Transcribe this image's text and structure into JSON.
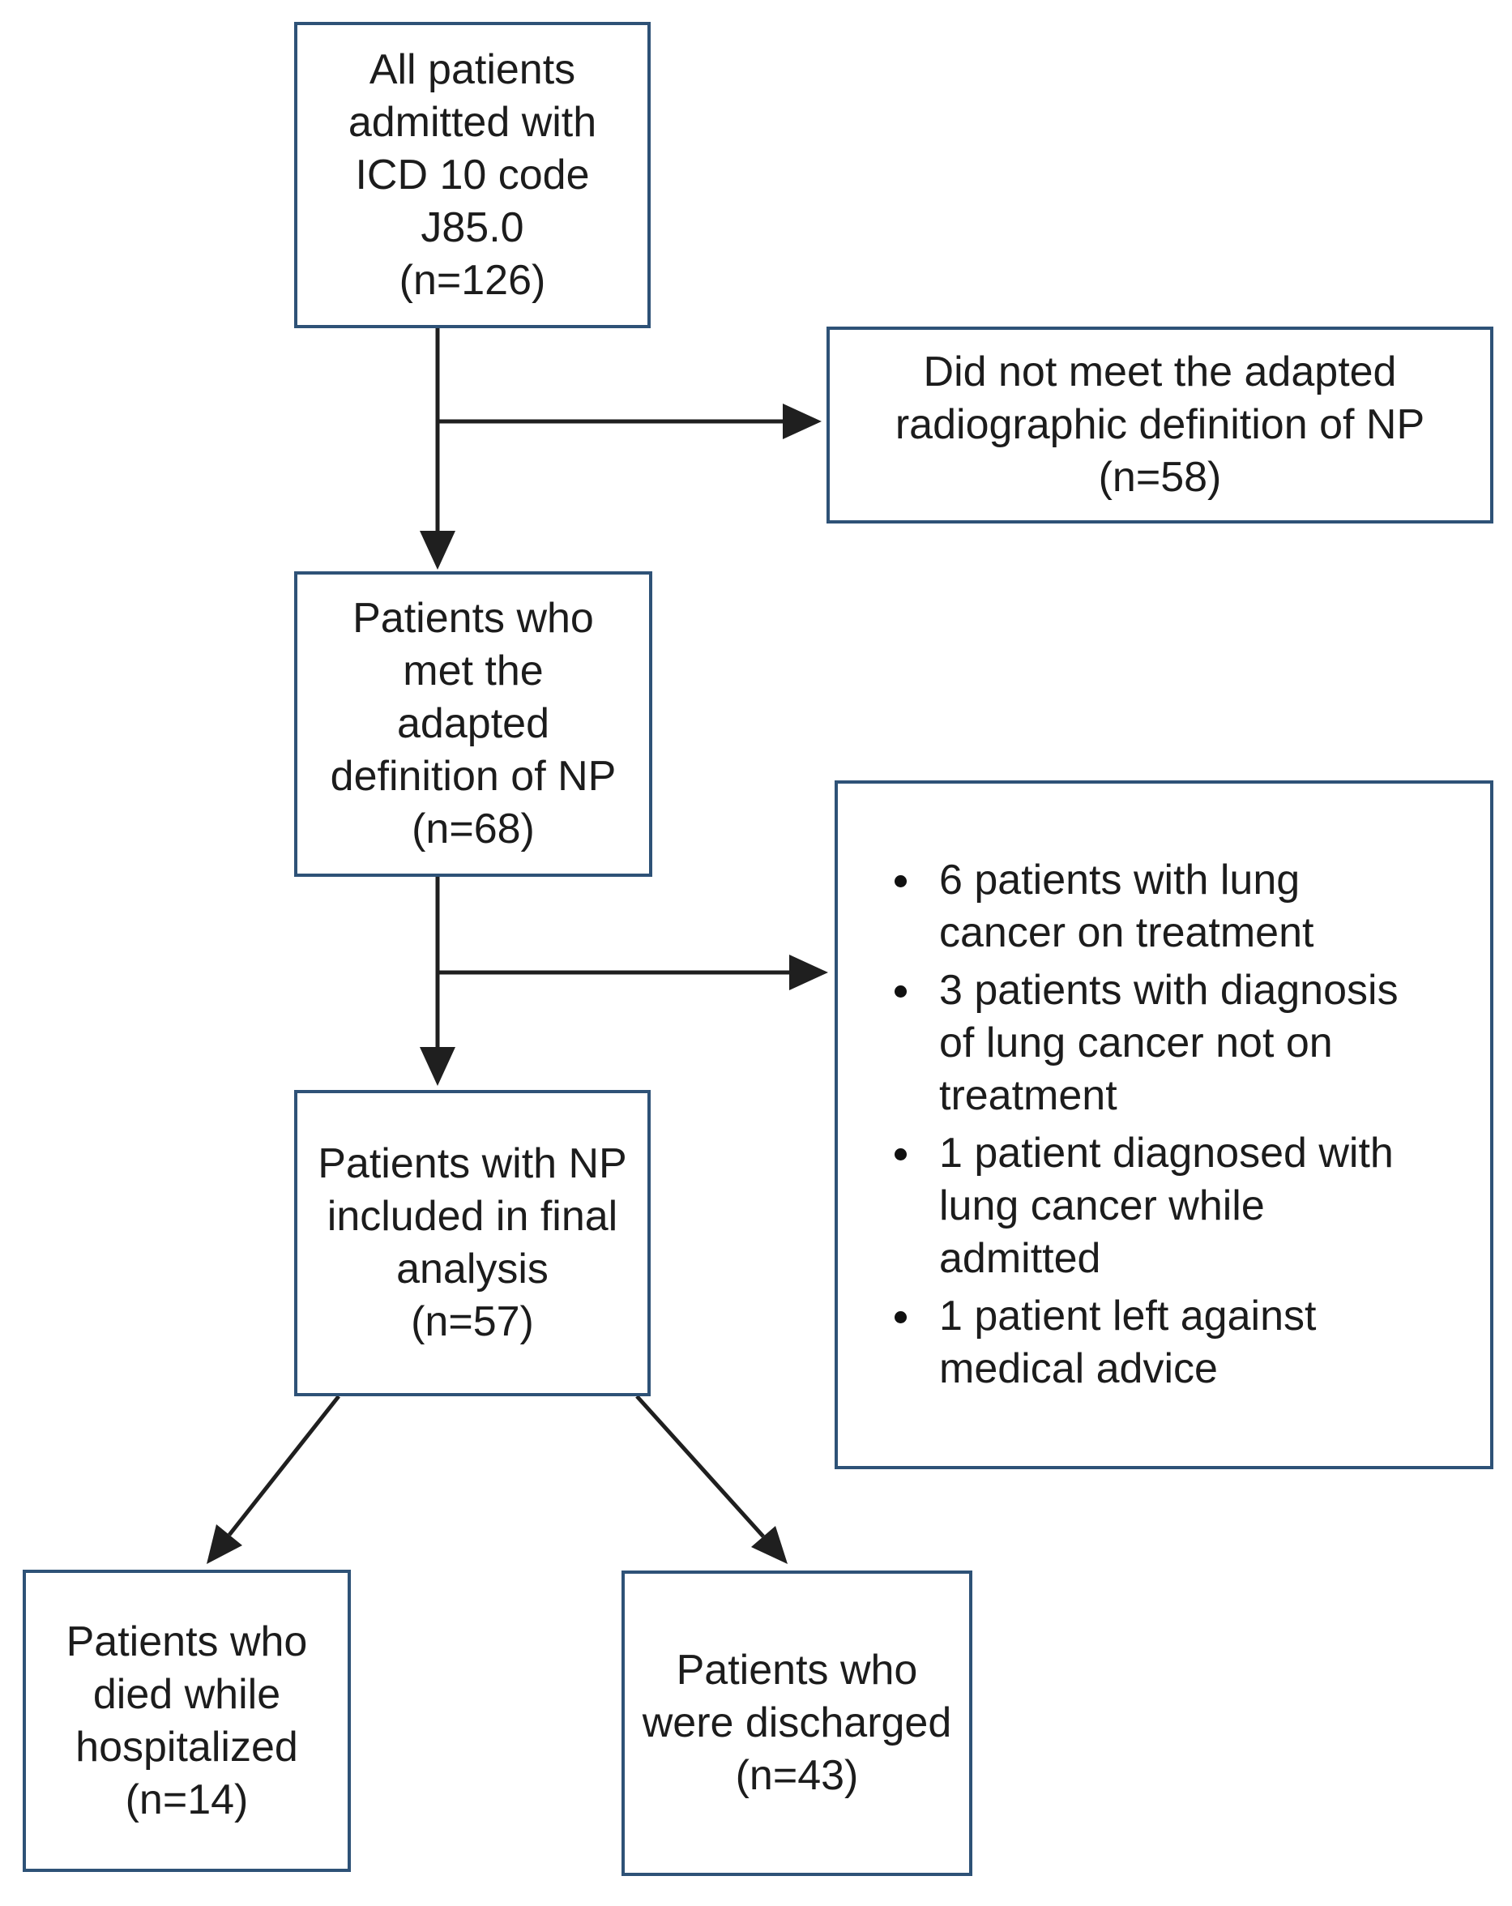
{
  "diagram": {
    "type": "patient-flow-chart",
    "nodes": [
      {
        "id": "admitted",
        "label": "All patients\nadmitted with\nICD 10 code\nJ85.0\n(n=126)",
        "n": 126
      },
      {
        "id": "not_meet_definition",
        "label": "Did not meet the adapted\nradiographic definition of NP\n(n=58)",
        "n": 58
      },
      {
        "id": "met_definition",
        "label": "Patients who\nmet the\nadapted\ndefinition of NP\n(n=68)",
        "n": 68
      },
      {
        "id": "excluded_reasons",
        "items": [
          "6 patients with lung\ncancer on treatment",
          "3 patients with diagnosis\nof lung cancer not on\ntreatment",
          "1 patient diagnosed with\nlung cancer while\nadmitted",
          "1 patient left against\nmedical advice"
        ]
      },
      {
        "id": "final_analysis",
        "label": "Patients with NP\nincluded in final\nanalysis\n(n=57)",
        "n": 57
      },
      {
        "id": "died",
        "label": "Patients who\ndied while\nhospitalized\n(n=14)",
        "n": 14
      },
      {
        "id": "discharged",
        "label": "Patients who\nwere discharged\n(n=43)",
        "n": 43
      }
    ],
    "edges": [
      {
        "from": "admitted",
        "to": "not_meet_definition"
      },
      {
        "from": "admitted",
        "to": "met_definition"
      },
      {
        "from": "met_definition",
        "to": "excluded_reasons"
      },
      {
        "from": "met_definition",
        "to": "final_analysis"
      },
      {
        "from": "final_analysis",
        "to": "died"
      },
      {
        "from": "final_analysis",
        "to": "discharged"
      }
    ],
    "colors": {
      "box_border": "#2e5277",
      "arrow": "#1f1f1f",
      "text": "#1c1c1c",
      "background": "#ffffff"
    }
  }
}
